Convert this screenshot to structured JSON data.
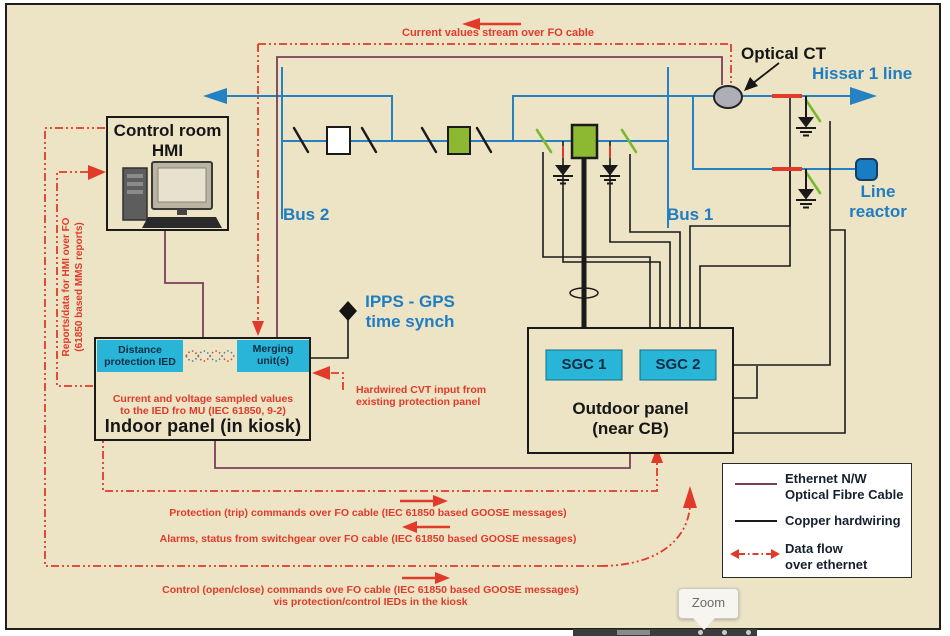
{
  "colors": {
    "background": "#ece4c5",
    "line_blue": "#2481c2",
    "box_cyan": "#29b5d8",
    "breaker_green": "#8cb832",
    "flow_red": "#e13a2a",
    "ethernet_maroon": "#7a4059",
    "copper_black": "#1a1a1a",
    "label_navy": "#0e2d42"
  },
  "nodes": {
    "control_room_hmi": "Control room\nHMI",
    "optical_ct": "Optical CT",
    "hissar_line": "Hissar 1 line",
    "bus_2": "Bus 2",
    "bus_1": "Bus 1",
    "line_reactor": "Line\nreactor",
    "ipps_gps": "IPPS - GPS\ntime synch",
    "distance_ied": "Distance\nprotection IED",
    "merging_unit": "Merging\nunit(s)",
    "indoor_panel": "Indoor panel (in kiosk)",
    "sgc_1": "SGC 1",
    "sgc_2": "SGC 2",
    "outdoor_panel": "Outdoor panel\n(near CB)"
  },
  "annotations": {
    "current_values": "Current values stream over FO cable",
    "reports": "Reports/data for HMI over FO\n(61850 based MMS reports)",
    "sampled_values": "Current and voltage sampled values\nto the IED fro MU (IEC 61850, 9-2)",
    "hardwired_cvt": "Hardwired CVT input from\nexisting protection panel",
    "protection_trip": "Protection (trip) commands over FO cable (IEC 61850 based GOOSE messages)",
    "alarms_status": "Alarms, status from switchgear over FO cable (IEC 61850 based GOOSE messages)",
    "control_commands": "Control (open/close) commands ove FO cable (IEC 61850 based GOOSE messages)\nvis protection/control IEDs in the kiosk"
  },
  "legend": {
    "items": [
      {
        "label": "Ethernet N/W\nOptical Fibre Cable",
        "swatch": "ethernet-line"
      },
      {
        "label": "Copper hardwiring",
        "swatch": "copper-line"
      },
      {
        "label": "Data flow\nover ethernet",
        "swatch": "dataflow-arrow"
      }
    ]
  },
  "viewer": {
    "zoom_tooltip": "Zoom"
  }
}
